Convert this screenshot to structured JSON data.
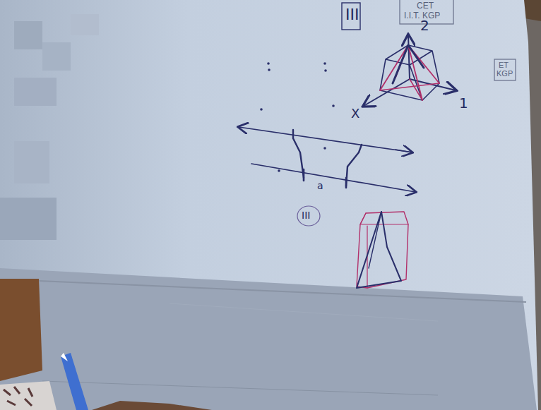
{
  "diagram": {
    "labels": [
      "III",
      "CET",
      "I.I.T. KGP",
      "2",
      "ET",
      "KGP",
      "X",
      "1",
      "a",
      "III"
    ]
  }
}
